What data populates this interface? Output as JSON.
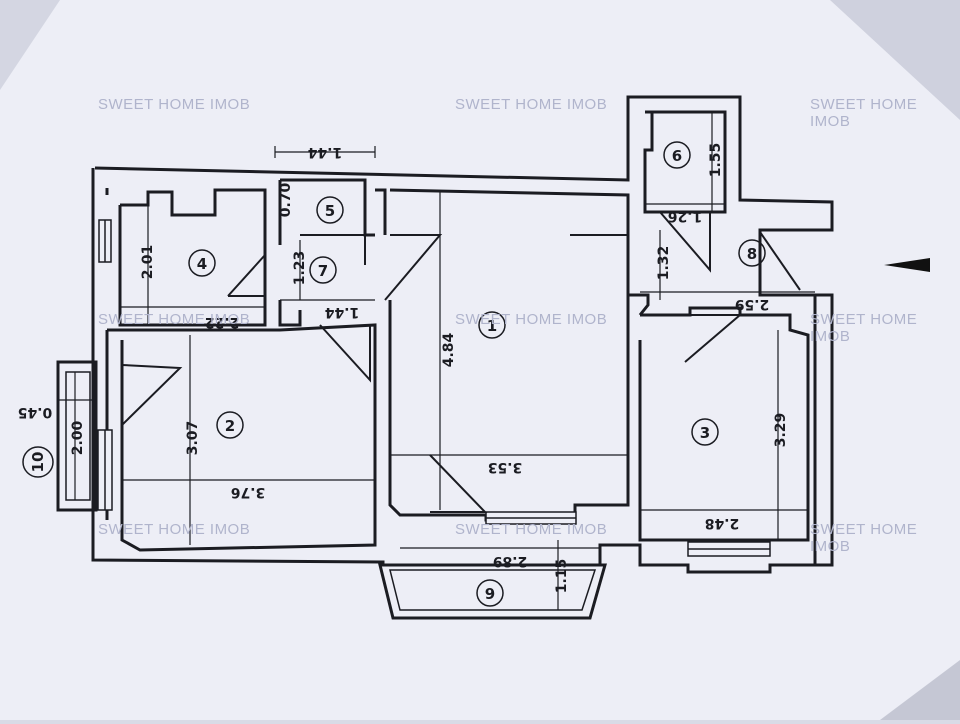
{
  "watermark": "SWEET HOME IMOB",
  "arrow_marker": "direction-arrow",
  "colors": {
    "paper": "#edeef6",
    "ink": "#1b1c22",
    "watermark": "#b0b4cc",
    "shadow": "#c9cad6"
  },
  "rooms": [
    "1",
    "2",
    "3",
    "4",
    "5",
    "6",
    "7",
    "8",
    "9",
    "10"
  ],
  "dimensions": {
    "room1_height": "4.84",
    "room1_width": "3.53",
    "room2_height": "3.07",
    "room2_width": "3.76",
    "room3_height": "3.29",
    "room3_width": "2.48",
    "room4_height": "2.01",
    "room4_width": "2.22",
    "room5_height": "0.70",
    "room5_width_top": "1.44",
    "room7_height": "1.23",
    "room7_width": "1.44",
    "room6_height": "1.55",
    "room6_width": "1.26",
    "room8_height": "1.32",
    "room8_width": "2.59",
    "room9_width": "2.89",
    "room9_height": "1.15",
    "room10_height": "2.00",
    "room10_width": "0.45"
  }
}
